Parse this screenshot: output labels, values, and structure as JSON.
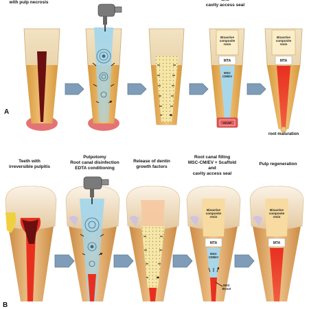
{
  "panel_a": {
    "letter": "A",
    "top_left_caption": "with pulp necrosis",
    "top_right_caption": "and\ncavity access seal",
    "root_maturation": "root maturation",
    "labels": {
      "composite": "Bioactive\ncomposite\nresin",
      "mta": "MTA",
      "msc": "MSC\nCM/EV",
      "scap": "SCAP"
    }
  },
  "panel_b": {
    "letter": "B",
    "captions": [
      "Teeth with\nirreversible pulpitis",
      "Pulpotomy\nRoot canal disinfection\nEDTA conditioning",
      "Release of dentin\ngrowth factors",
      "Root canal filling\nMSC-CM/EV + Scaffold\nand\ncavity access seal",
      "Pulp regeneration"
    ],
    "labels": {
      "composite": "Bioactive\ncomposite\nresin",
      "mta": "MTA",
      "msc": "MSC\nCM/EV",
      "msc_boost": "MSC\nBoost"
    }
  },
  "colors": {
    "crown": "#e9d3a8",
    "root": "#e8b060",
    "necrosis": "#6a1010",
    "pulp_red": "#e83020",
    "canal_blue": "#a9d7ea",
    "composite": "#f7dba0",
    "apex": "#e05a5a",
    "arrow": "#7f9db8"
  },
  "icons": [
    "handpiece-drill-icon",
    "chevron-arrow-icon"
  ]
}
